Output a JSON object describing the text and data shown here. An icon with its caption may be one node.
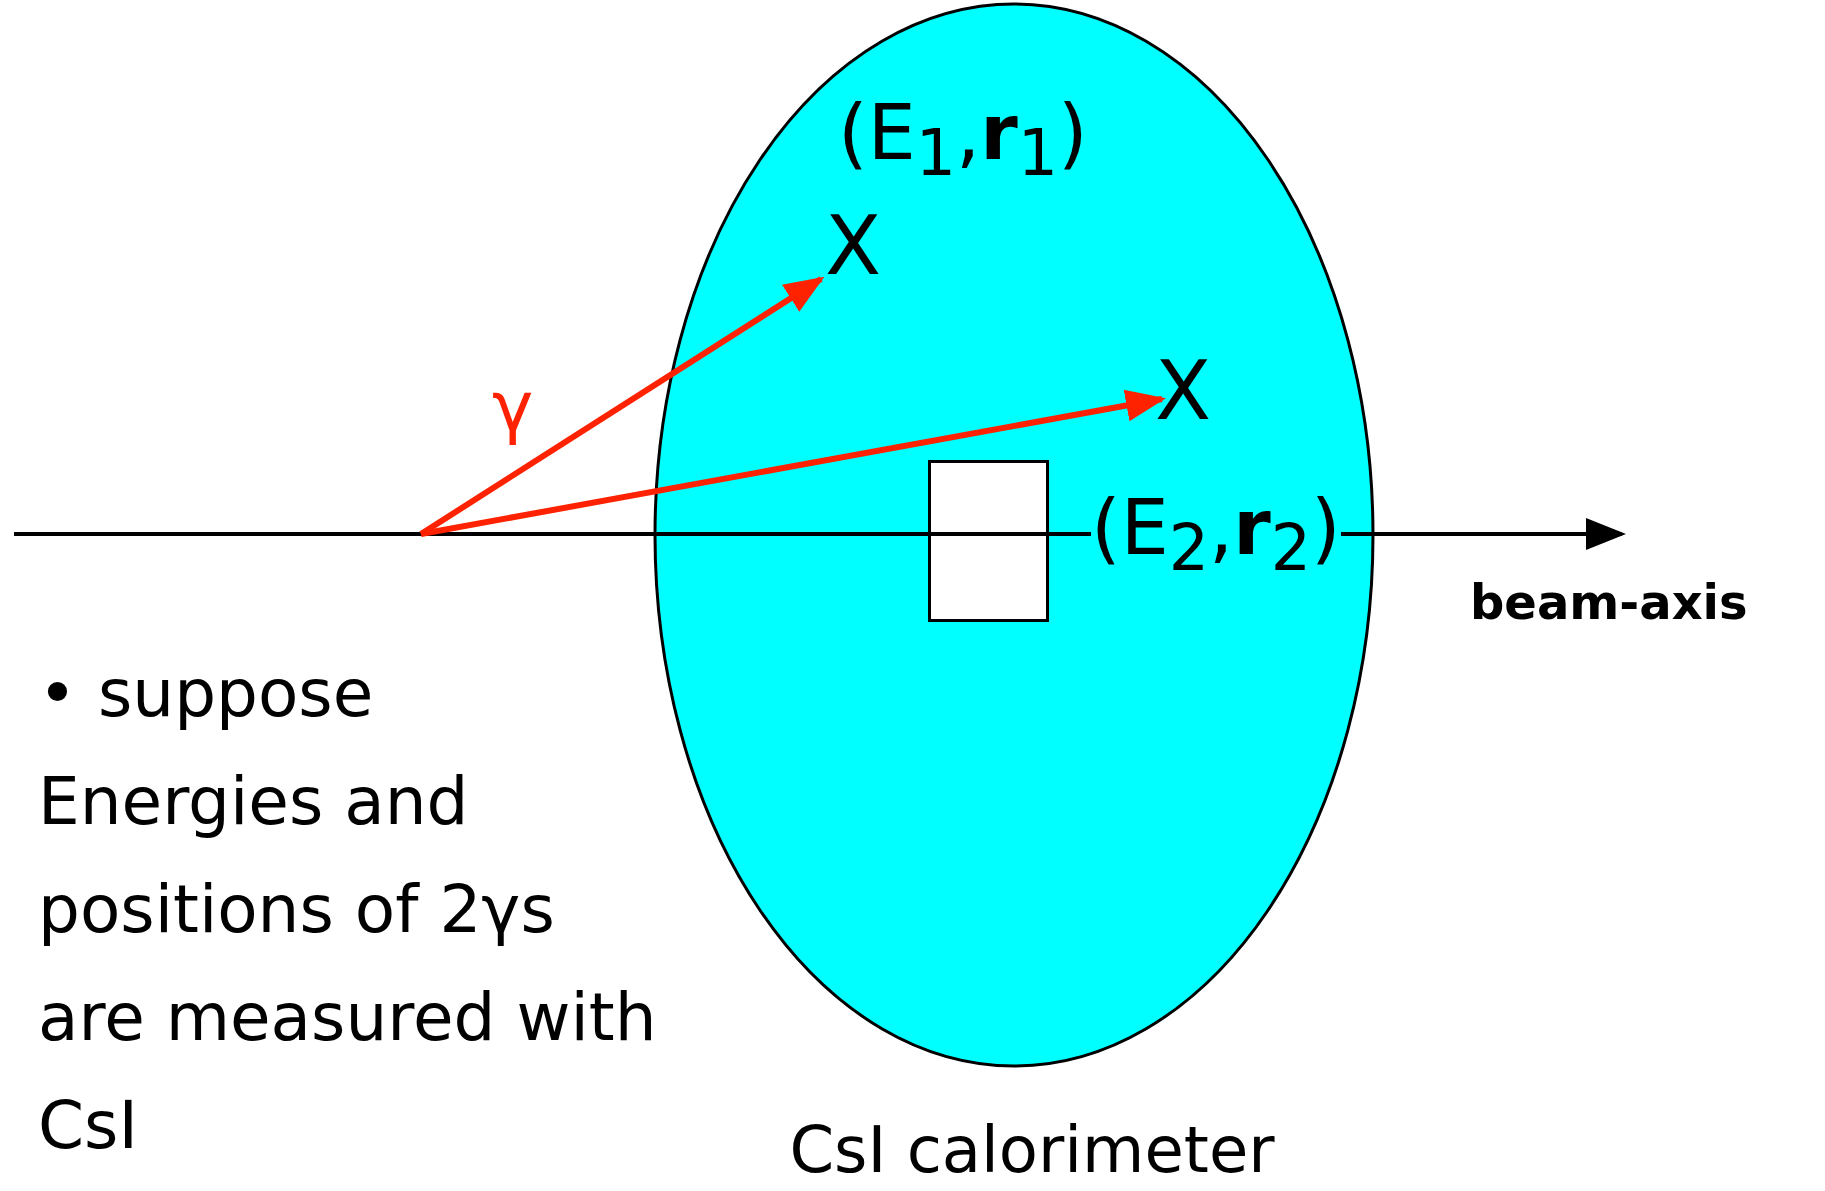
{
  "diagram": {
    "nodes": [
      {
        "text": [],
        "shape": "ellipse",
        "beside": [
          "CsI calorimeter"
        ]
      },
      {
        "text": [
          "X"
        ],
        "in": 0,
        "beside": [
          "(E$_{1}$,**r**$_{1}$)"
        ]
      },
      {
        "text": [
          "X"
        ],
        "in": 0,
        "beside": [
          "(E$_{2}$,**r**$_{2}$)"
        ]
      },
      {
        "text": [],
        "shape": "box",
        "in": 0
      }
    ],
    "edges": [
      {
        "from": null,
        "to": 1,
        "arrow": "to",
        "label": "γ",
        "color": "#ff2200"
      },
      {
        "from": null,
        "to": 2,
        "arrow": "to",
        "color": "#ff2200"
      }
    ],
    "labels": [
      "beam-axis",
      "• suppose Energies and positions of 2γs are measured with CsI"
    ]
  }
}
